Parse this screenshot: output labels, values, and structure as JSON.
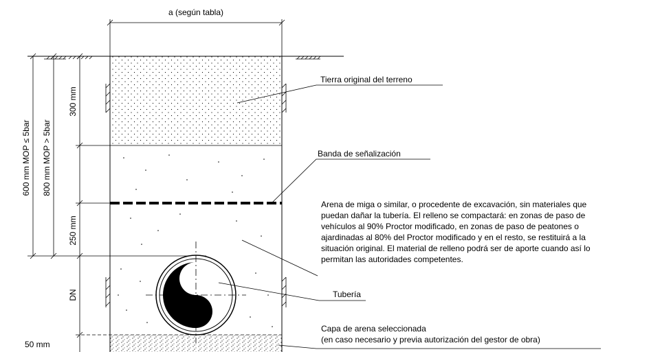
{
  "dimensions": {
    "width_label": "a (según tabla)",
    "depth_mop_low": "600 mm MOP ≤ 5bar",
    "depth_mop_high": "800 mm MOP > 5bar",
    "top_layer": "300 mm",
    "over_pipe": "250 mm",
    "pipe_dn": "DN",
    "bed": "50 mm"
  },
  "labels": {
    "topsoil": "Tierra original del terreno",
    "warning_tape": "Banda de señalización",
    "backfill_lines": [
      "Arena de miga o similar, o procedente de excavación, sin materiales que",
      "puedan dañar la tubería. El relleno se compactará: en zonas de paso de",
      "vehículos al 90% Proctor modificado, en zonas de paso de peatones o",
      "ajardinadas al 80% del Proctor modificado y en el resto, se restituirá a la",
      "situación original. El material de relleno podrá ser de aporte cuando así lo",
      "permitan las autoridades competentes."
    ],
    "pipe": "Tubería",
    "sand_bed_line1": "Capa de arena seleccionada",
    "sand_bed_line2": "(en caso necesario y previa autorización del gestor de obra)"
  }
}
